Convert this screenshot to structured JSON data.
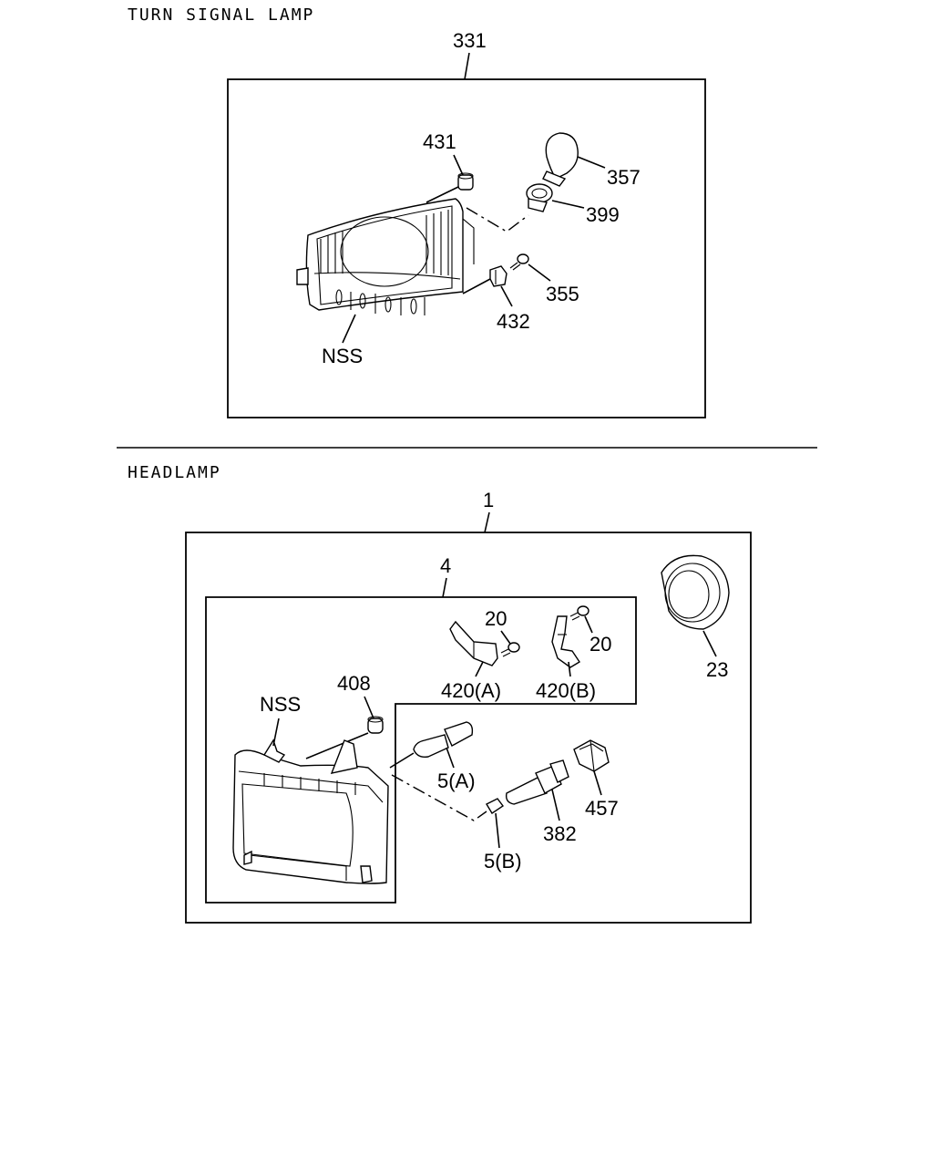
{
  "sections": {
    "turn_signal": {
      "title": "TURN SIGNAL LAMP",
      "callouts": {
        "assembly": "331",
        "gasket": "431",
        "bulb": "357",
        "socket": "399",
        "screw": "355",
        "clip": "432",
        "lens": "NSS"
      }
    },
    "headlamp": {
      "title": "HEADLAMP",
      "callouts": {
        "assembly": "1",
        "sub_assembly": "4",
        "ring": "23",
        "screw_a": "20",
        "screw_b": "20",
        "bracket_a": "420(A)",
        "bracket_b": "420(B)",
        "grommet": "408",
        "lens": "NSS",
        "bulb_a": "5(A)",
        "bulb_b": "5(B)",
        "socket": "382",
        "connector": "457"
      }
    }
  }
}
